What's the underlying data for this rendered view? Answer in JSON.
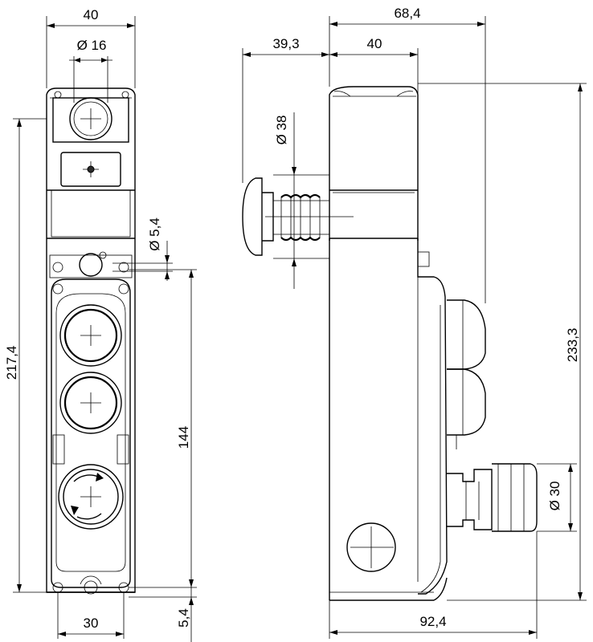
{
  "dimensions": {
    "front_width": "40",
    "button_diameter": "Ø 16",
    "total_height": "217,4",
    "hole_diameter": "Ø 5,4",
    "hole_spacing": "144",
    "bottom_width": "30",
    "bottom_offset": "5,4",
    "side_depth_top": "68,4",
    "side_projection": "39,3",
    "side_body_width": "40",
    "mushroom_diameter": "Ø 38",
    "side_height": "233,3",
    "estop_diameter": "Ø 30",
    "side_depth_bottom": "92,4"
  }
}
